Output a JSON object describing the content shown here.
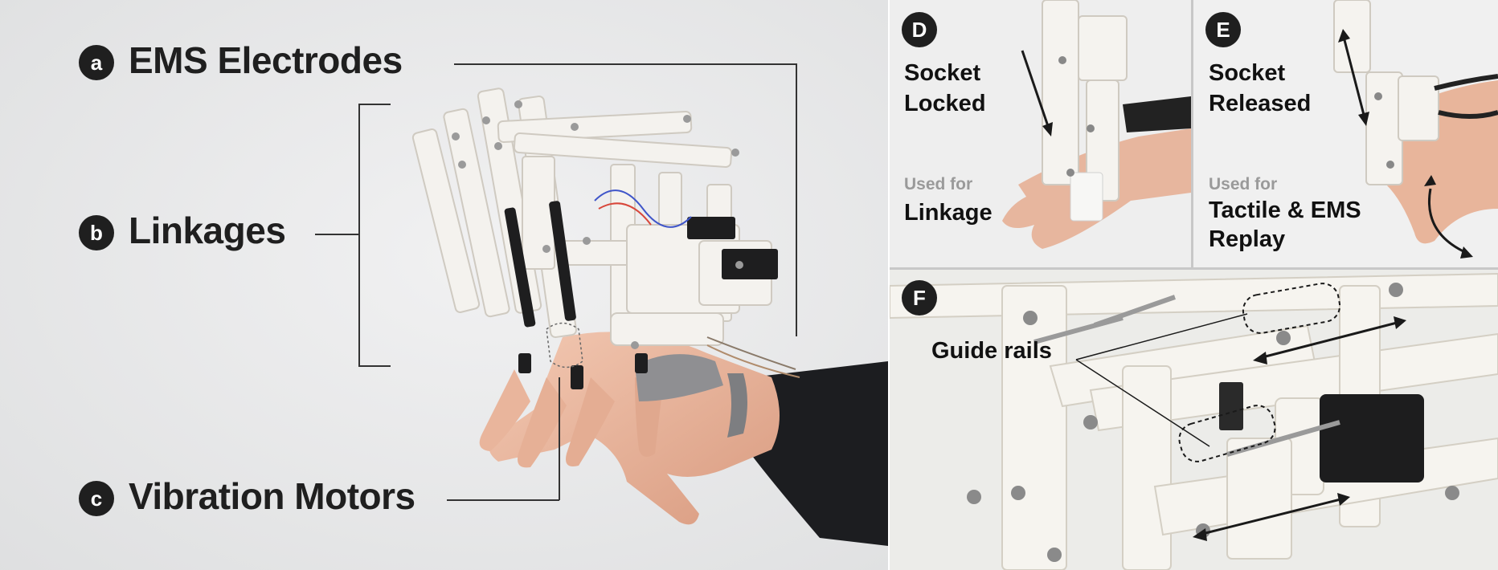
{
  "main_labels": [
    {
      "badge": "a",
      "text": "EMS Electrodes"
    },
    {
      "badge": "b",
      "text": "Linkages"
    },
    {
      "badge": "c",
      "text": "Vibration Motors"
    }
  ],
  "panel_d": {
    "badge": "D",
    "title_line1": "Socket",
    "title_line2": "Locked",
    "used_for": "Used for",
    "use": "Linkage"
  },
  "panel_e": {
    "badge": "E",
    "title_line1": "Socket",
    "title_line2": "Released",
    "used_for": "Used for",
    "use_line1": "Tactile & EMS",
    "use_line2": "Replay"
  },
  "panel_f": {
    "badge": "F",
    "label": "Guide rails"
  },
  "colors": {
    "text": "#1f1f1f",
    "secondary": "#9a9a9a",
    "badge_bg": "#1f1f1f",
    "background": "#e9e9ea"
  }
}
